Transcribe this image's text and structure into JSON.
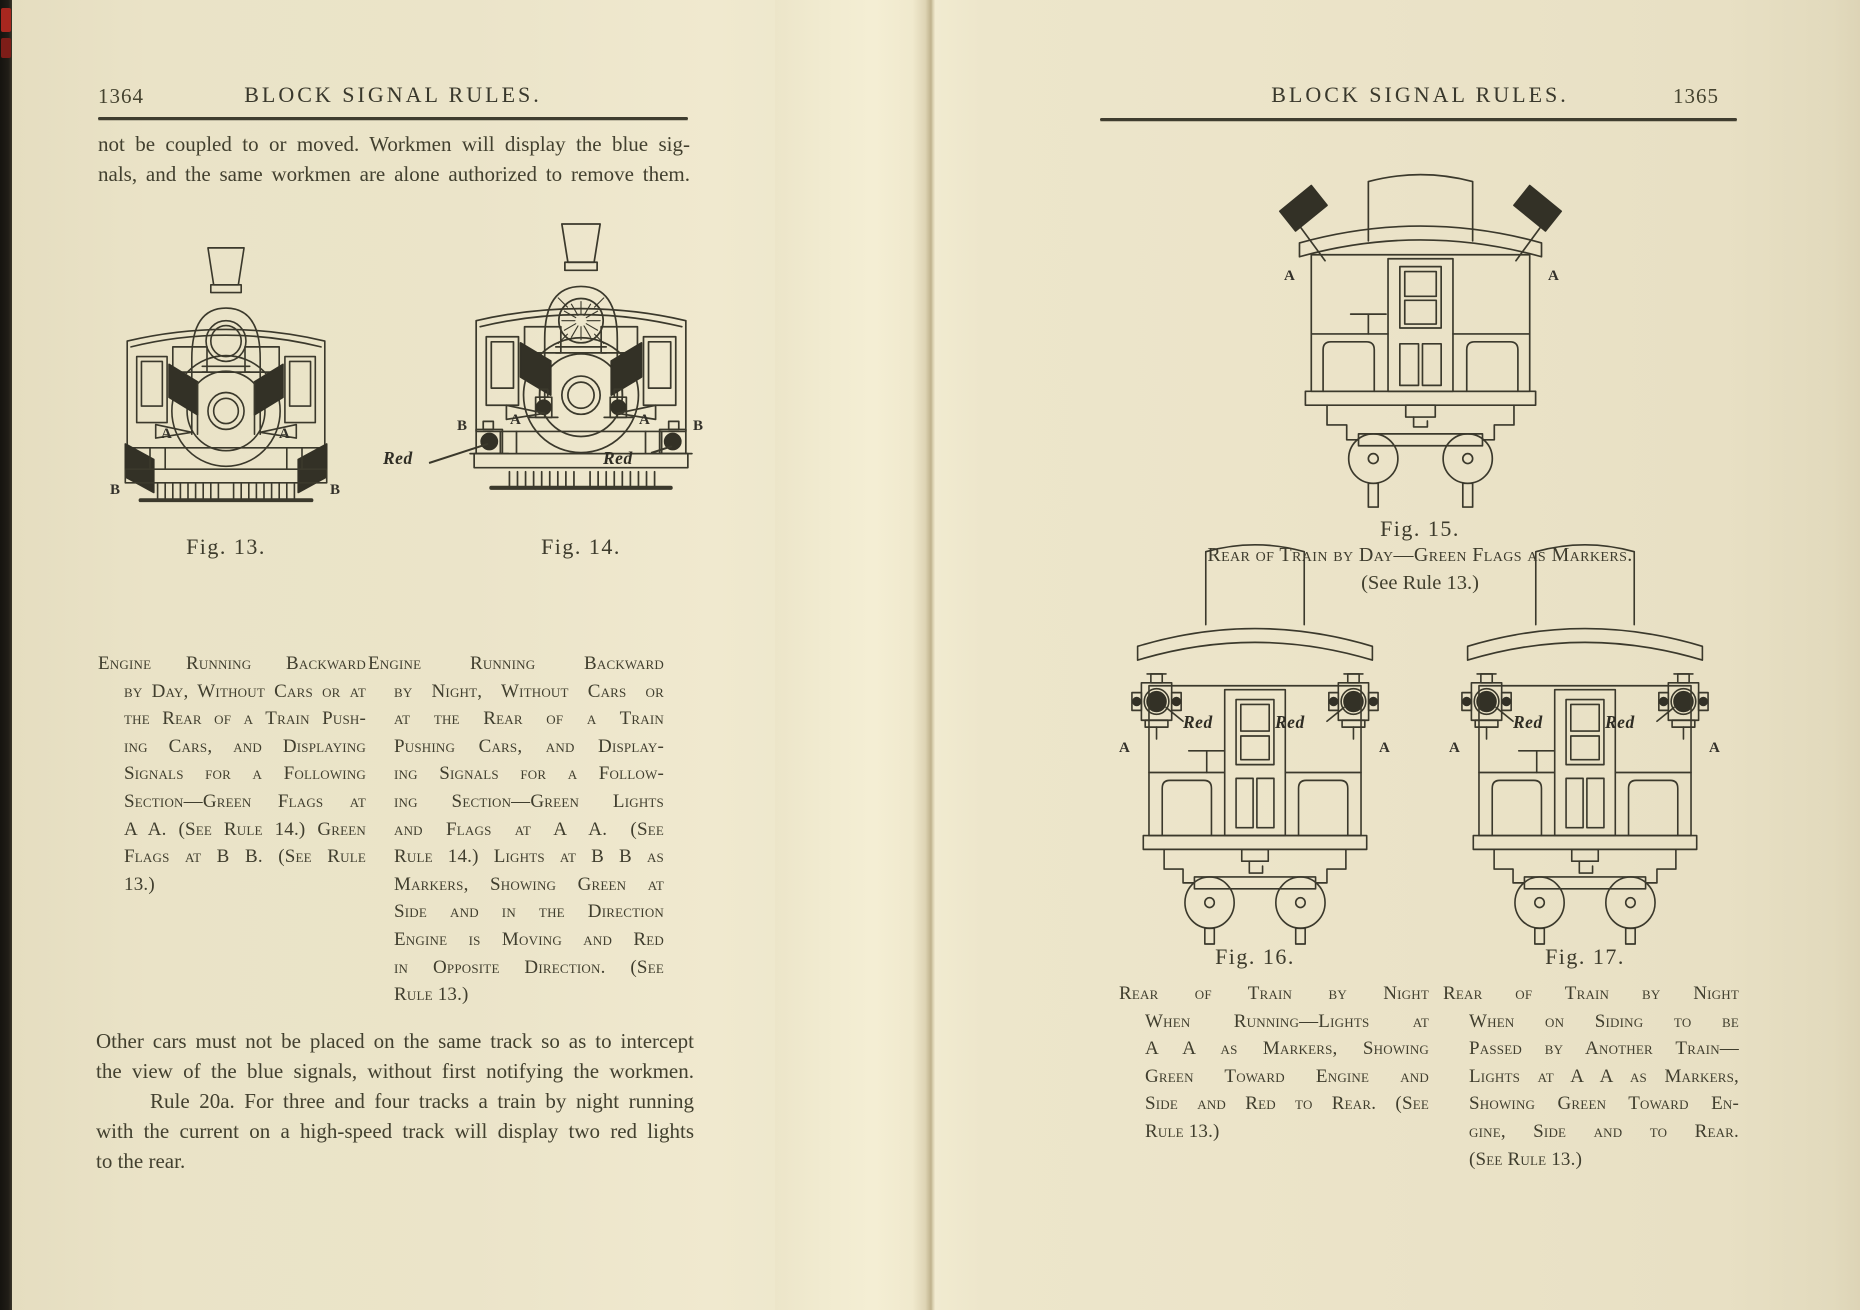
{
  "labels": {
    "a": "A",
    "b": "B",
    "red": "Red"
  },
  "left_page": {
    "page_number": "1364",
    "running_head": "BLOCK SIGNAL RULES.",
    "intro_lines": [
      "not be coupled to or moved.  Workmen will display the blue sig-",
      "nals, and the same workmen are alone authorized to remove them."
    ],
    "fig13": {
      "caption": "Fig. 13.",
      "desc_lines": [
        "Engine Running Backward",
        "by Day, Without Cars or at",
        "the Rear of a Train Push-",
        "ing Cars, and Displaying",
        "Signals for a Following",
        "Section—Green Flags at",
        "A A. (See Rule 14.) Green",
        "Flags at B B. (See Rule",
        "13.)"
      ]
    },
    "fig14": {
      "caption": "Fig. 14.",
      "desc_lines": [
        "Engine Running Backward",
        "by Night, Without Cars or",
        "at the Rear of a Train",
        "Pushing Cars, and Display-",
        "ing Signals for a Follow-",
        "ing Section—Green Lights",
        "and Flags at A A. (See",
        "Rule 14.) Lights at B B as",
        "Markers, Showing Green at",
        "Side and in the Direction",
        "Engine is Moving and Red",
        "in Opposite Direction. (See",
        "Rule 13.)"
      ]
    },
    "closing_lines": [
      "Other cars must not be placed on the same track so as to intercept",
      "the view of the blue signals, without first notifying the workmen.",
      "Rule 20a.  For three and four tracks a train by night running",
      "with the current on a high-speed track will display two red lights",
      "to the rear."
    ]
  },
  "right_page": {
    "running_head": "BLOCK SIGNAL RULES.",
    "page_number": "1365",
    "fig15": {
      "caption": "Fig. 15.",
      "title": "Rear of Train by Day—Green Flags as Markers.",
      "note": "(See Rule 13.)"
    },
    "fig16": {
      "caption": "Fig. 16.",
      "desc_lines": [
        "Rear of Train by Night",
        "When Running—Lights at",
        "A A as Markers, Showing",
        "Green Toward Engine and",
        "Side and Red to Rear.  (See",
        "Rule 13.)"
      ]
    },
    "fig17": {
      "caption": "Fig. 17.",
      "desc_lines": [
        "Rear of Train by Night",
        "When on Siding to be",
        "Passed by Another Train—",
        "Lights at A A as Markers,",
        "Showing Green Toward En-",
        "gine, Side and to Rear.",
        "(See Rule 13.)"
      ]
    }
  }
}
